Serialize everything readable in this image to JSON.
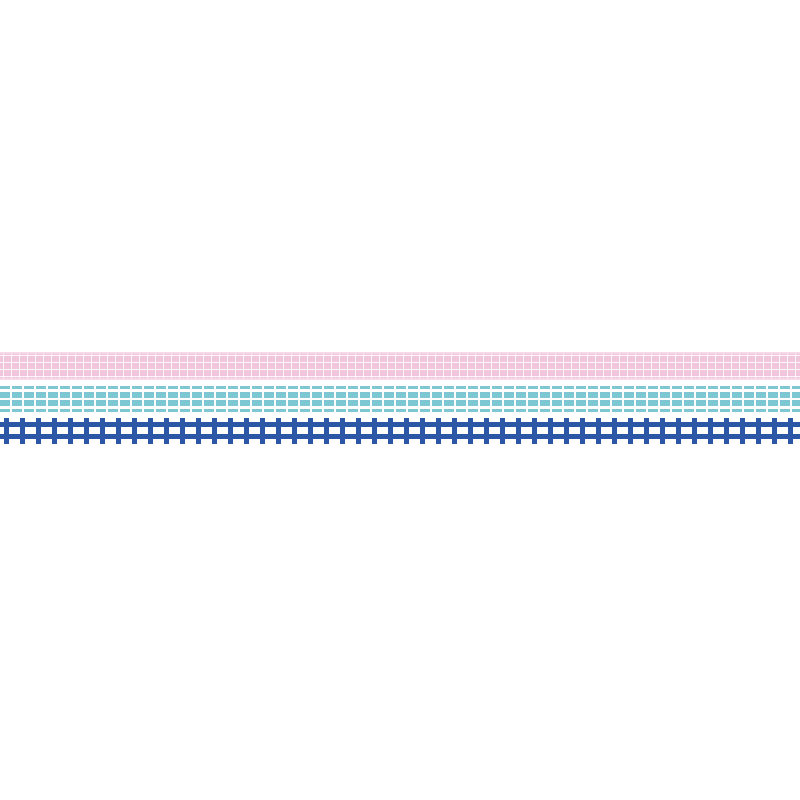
{
  "tapes": [
    {
      "name": "pink-grid-tape",
      "pattern": "grid",
      "color": "#f1c6dc"
    },
    {
      "name": "teal-block-tape",
      "pattern": "dashed-blocks",
      "color": "#7cc7d2"
    },
    {
      "name": "navy-railway-tape",
      "pattern": "railway-track",
      "color": "#2c56a6"
    }
  ],
  "background": "#ffffff"
}
